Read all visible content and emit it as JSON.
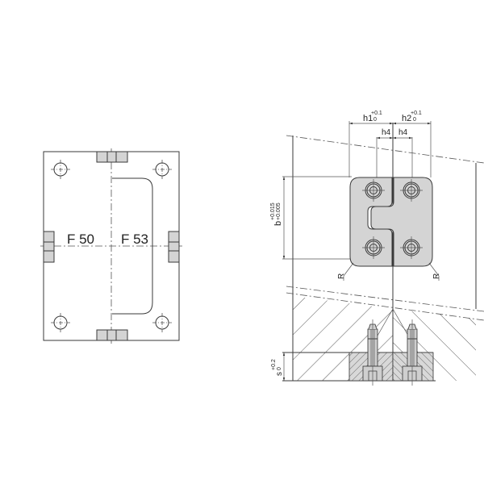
{
  "left_view": {
    "label_left": "F 50",
    "label_right": "F 53"
  },
  "right_view": {
    "dim_h1": "h1",
    "dim_h1_tol_upper": "+0.1",
    "dim_h1_tol_lower": "0",
    "dim_h2": "h2",
    "dim_h2_tol_upper": "+0.1",
    "dim_h2_tol_lower": "0",
    "dim_h4_left": "h4",
    "dim_h4_right": "h4",
    "dim_b": "b",
    "dim_b_tol_upper": "+0.015",
    "dim_b_tol_lower": "+0.005",
    "radius_left": "R",
    "radius_right": "R",
    "dim_s": "s",
    "dim_s_tol_upper": "+0.2",
    "dim_s_tol_lower": "0"
  },
  "colors": {
    "part_fill": "#d4d4d4",
    "line": "#3a3a3a"
  }
}
